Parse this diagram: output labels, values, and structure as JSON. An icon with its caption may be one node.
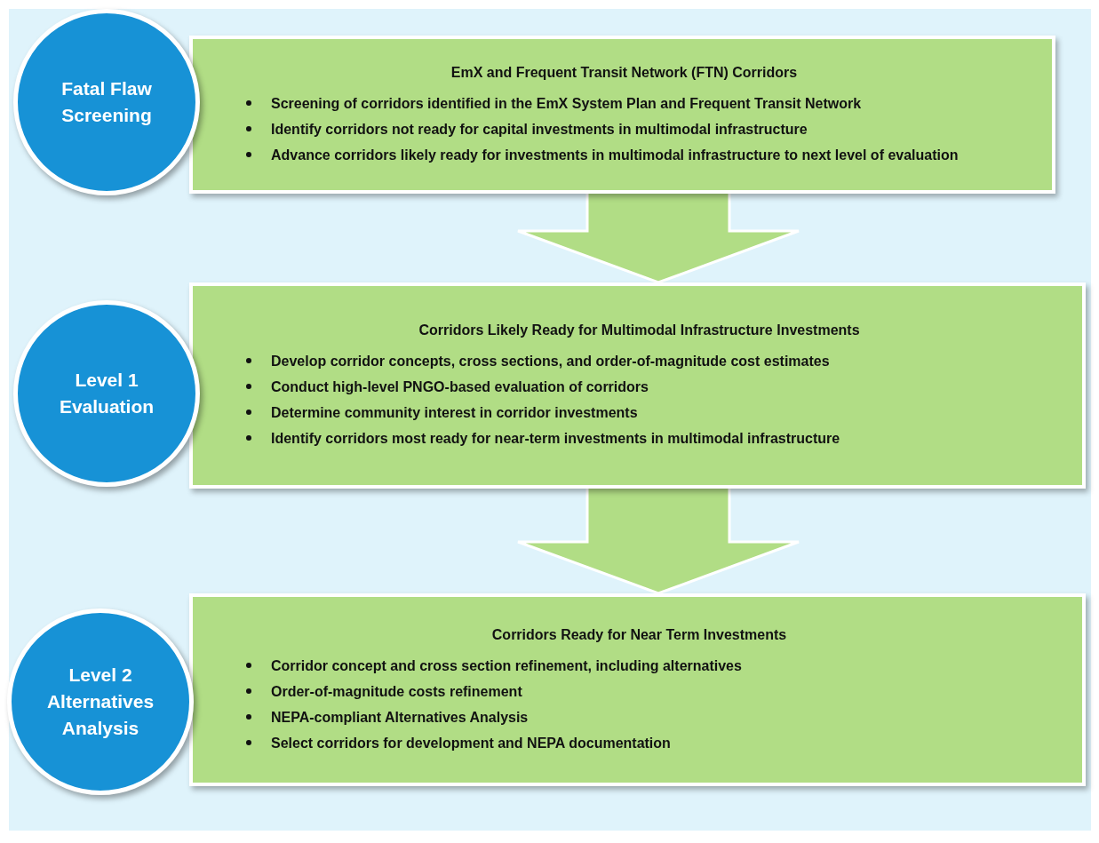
{
  "diagram": {
    "nodes": [
      {
        "text": [
          "Fatal Flaw Screening"
        ]
      },
      {
        "text": [
          "EmX and Frequent Transit Network (FTN) Corridors",
          "Screening of corridors identified in the EmX System Plan and Frequent Transit Network",
          "Identify corridors not ready for capital investments in multimodal infrastructure",
          "Advance corridors likely ready for investments in multimodal infrastructure to next level of evaluation"
        ]
      },
      {
        "text": [
          "Level 1 Evaluation"
        ]
      },
      {
        "text": [
          "Corridors Likely Ready for Multimodal Infrastructure Investments",
          "Develop corridor concepts, cross sections, and order-of-magnitude cost estimates",
          "Conduct high-level PNGO-based evaluation of corridors",
          "Determine community interest in corridor investments",
          "Identify corridors most ready for near-term investments in multimodal infrastructure"
        ]
      },
      {
        "text": [
          "Level 2 Alternatives Analysis"
        ]
      },
      {
        "text": [
          "Corridors Ready for Near Term Investments",
          "Corridor concept and cross section refinement, including alternatives",
          "Order-of-magnitude costs refinement",
          "NEPA-compliant Alternatives Analysis",
          "Select corridors for development and NEPA documentation"
        ]
      }
    ],
    "edges": [
      {
        "from": 1,
        "to": 3,
        "arrow": "to"
      },
      {
        "from": 3,
        "to": 5,
        "arrow": "to"
      }
    ]
  }
}
